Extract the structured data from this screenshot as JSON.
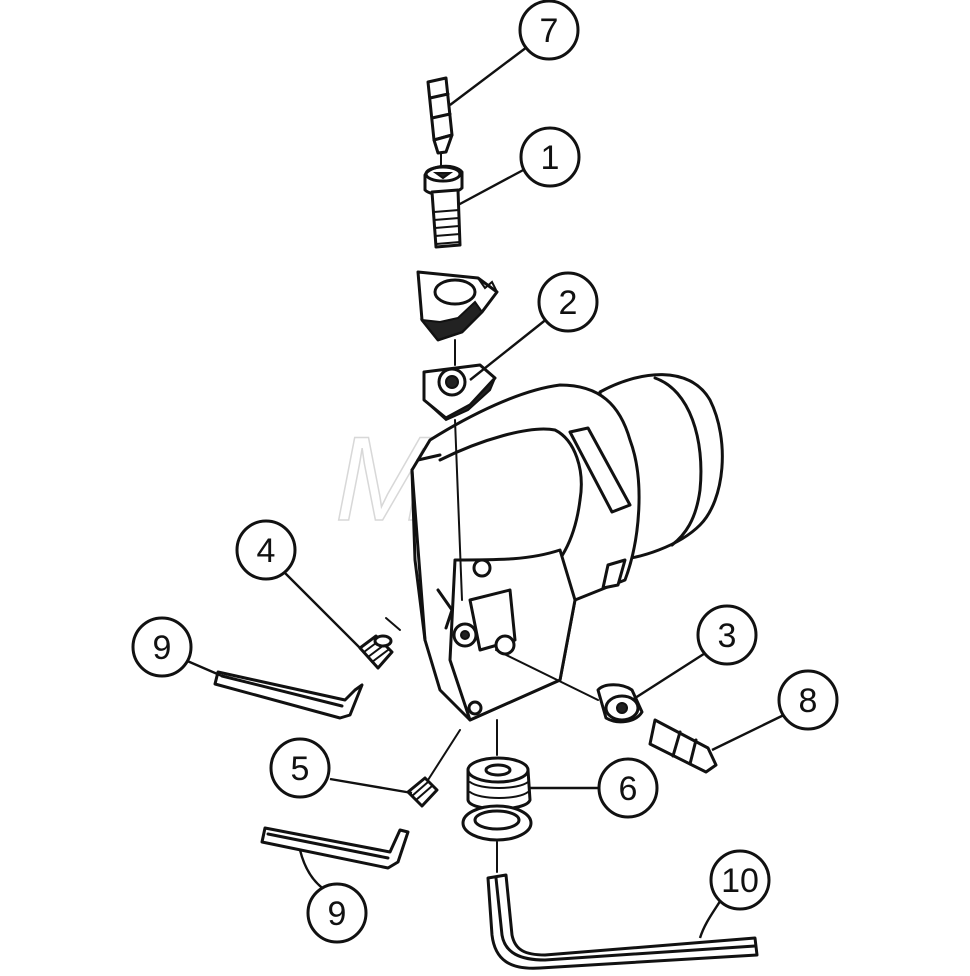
{
  "watermark": "MSC",
  "callouts": [
    {
      "label": "7"
    },
    {
      "label": "1"
    },
    {
      "label": "2"
    },
    {
      "label": "4"
    },
    {
      "label": "9"
    },
    {
      "label": "3"
    },
    {
      "label": "8"
    },
    {
      "label": "5"
    },
    {
      "label": "6"
    },
    {
      "label": "9"
    },
    {
      "label": "10"
    }
  ]
}
